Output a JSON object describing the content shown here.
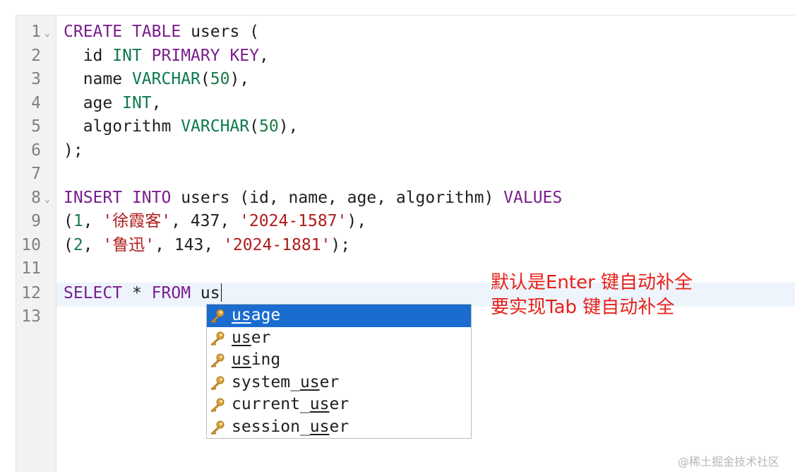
{
  "editor": {
    "line_numbers": [
      "1",
      "2",
      "3",
      "4",
      "5",
      "6",
      "7",
      "8",
      "9",
      "10",
      "11",
      "12",
      "13"
    ],
    "fold_marker": "⌄",
    "lines": {
      "l1": {
        "kw1": "CREATE",
        "kw2": "TABLE",
        "ident": "users",
        "paren": "("
      },
      "l2": {
        "col": "id",
        "type": "INT",
        "kw": "PRIMARY KEY",
        "end": ","
      },
      "l3": {
        "col": "name",
        "type": "VARCHAR",
        "open": "(",
        "num": "50",
        "close": "),"
      },
      "l4": {
        "col": "age",
        "type": "INT",
        "end": ","
      },
      "l5": {
        "col": "algorithm",
        "type": "VARCHAR",
        "open": "(",
        "num": "50",
        "close": "),"
      },
      "l6": {
        "text": ");"
      },
      "l8": {
        "kw1": "INSERT",
        "kw2": "INTO",
        "rest": "users (id, name, age, algorithm)",
        "kw3": "VALUES"
      },
      "l9": {
        "open": "(",
        "n1": "1",
        "sep1": ", ",
        "s1": "'徐霞客'",
        "sep2": ", ",
        "n2": "437",
        "sep3": ", ",
        "s2": "'2024-1587'",
        "close": "),"
      },
      "l10": {
        "open": "(",
        "n1": "2",
        "sep1": ", ",
        "s1": "'鲁迅'",
        "sep2": ", ",
        "n2": "143",
        "sep3": ", ",
        "s2": "'2024-1881'",
        "close": ");"
      },
      "l12": {
        "kw1": "SELECT",
        "star": "*",
        "kw2": "FROM",
        "typed": "us"
      }
    }
  },
  "autocomplete": {
    "items": [
      {
        "pre": "",
        "match": "us",
        "post": "age",
        "selected": true,
        "icon": "key-icon"
      },
      {
        "pre": "",
        "match": "us",
        "post": "er",
        "selected": false,
        "icon": "key-icon"
      },
      {
        "pre": "",
        "match": "us",
        "post": "ing",
        "selected": false,
        "icon": "key-icon"
      },
      {
        "pre": "system_",
        "match": "us",
        "post": "er",
        "selected": false,
        "icon": "key-icon"
      },
      {
        "pre": "current_",
        "match": "us",
        "post": "er",
        "selected": false,
        "icon": "key-icon"
      },
      {
        "pre": "session_",
        "match": "us",
        "post": "er",
        "selected": false,
        "icon": "key-icon"
      }
    ]
  },
  "annotation": {
    "line1": "默认是Enter 键自动补全",
    "line2": "要实现Tab 键自动补全",
    "color": "#e8201a"
  },
  "watermark": "@稀土掘金技术社区",
  "colors": {
    "keyword": "#7a1e8c",
    "type": "#0d7a4e",
    "string": "#b01c1c",
    "selection": "#1b6ccf",
    "current_line": "#edf4fc"
  }
}
